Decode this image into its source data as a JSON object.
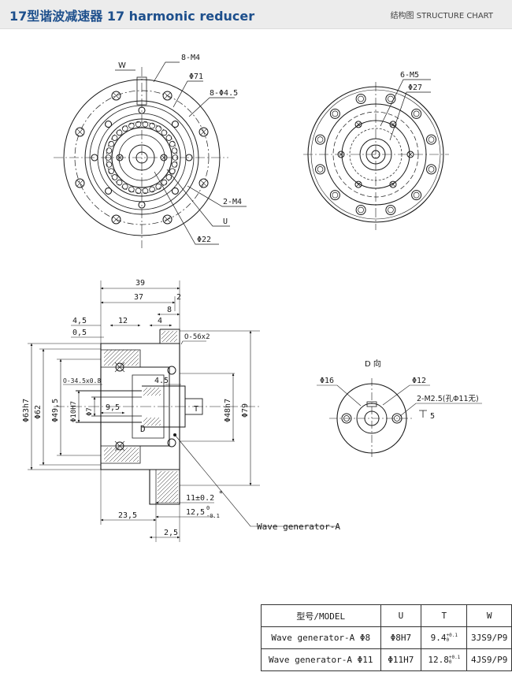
{
  "header": {
    "title": "17型谐波减速器 17 harmonic reducer",
    "subtitle": "结构图 STRUCTURE CHART"
  },
  "front_view": {
    "w": "W",
    "holes_m4": "8-M4",
    "dia_71": "Φ71",
    "holes_45": "8-Φ4.5",
    "tap_m4": "2-M4",
    "u": "U",
    "dia_22": "Φ22"
  },
  "back_view": {
    "holes_m5": "6-M5",
    "dia_27": "Φ27"
  },
  "section_view": {
    "dim_39": "39",
    "dim_37": "37",
    "dim_2": "2",
    "dim_45": "4,5",
    "dim_12": "12",
    "dim_8": "8",
    "dim_4": "4",
    "dim_05": "0,5",
    "oring_56": "O-56x2",
    "oring_345": "O-34.5x0.8",
    "dim_45b": "4.5",
    "dia_63h7": "Φ63h7",
    "dia_62": "Φ62",
    "dia_495": "Φ49,5",
    "dia_10h7": "Φ10H7",
    "dia_7": "Φ7",
    "dim_95": "9,5",
    "label_t": "T",
    "label_d": "D",
    "dia_48h7": "Φ48h7",
    "dia_79": "Φ79",
    "dim_11": "11±0.2",
    "dim_235": "23,5",
    "dim_125": "12,5",
    "dim_125_tol_upper": "0",
    "dim_125_tol_lower": "-0.1",
    "dim_25": "2,5",
    "wave_label": "Wave generator-A",
    "asterisk": "*"
  },
  "d_view": {
    "title": "D 向",
    "dia_16": "Φ16",
    "dia_12": "Φ12",
    "tap": "2-M2.5(孔Φ11无)",
    "depth": "5"
  },
  "spec_table": {
    "headers": [
      "型号/MODEL",
      "U",
      "T",
      "W"
    ],
    "rows": [
      [
        "Wave generator-A Φ8",
        "Φ8H7",
        "9.4",
        "+0.1",
        "0",
        "3JS9/P9"
      ],
      [
        "Wave generator-A Φ11",
        "Φ11H7",
        "12.8",
        "+0.1",
        "0",
        "4JS9/P9"
      ]
    ]
  }
}
